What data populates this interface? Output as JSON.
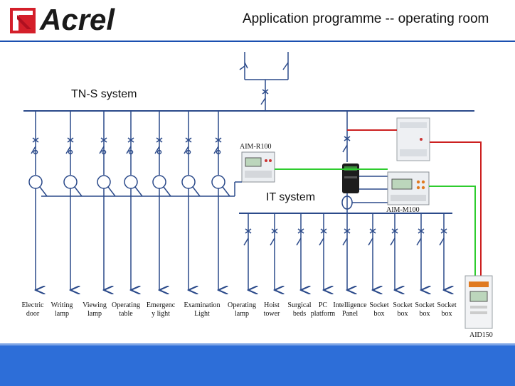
{
  "header": {
    "brand": "Acrel",
    "title": "Application programme -- operating room"
  },
  "diagram": {
    "tns_label": "TN-S system",
    "it_label": "IT system",
    "device_labels": {
      "aim_r100": "AIM-R100",
      "aim_m100": "AIM-M100",
      "aid150": "AID150"
    },
    "tns_loads": [
      {
        "line1": "Electric",
        "line2": "door"
      },
      {
        "line1": "Writing",
        "line2": "lamp"
      },
      {
        "line1": "Viewing",
        "line2": "lamp"
      },
      {
        "line1": "Operating",
        "line2": "table"
      },
      {
        "line1": "Emergenc",
        "line2": "y light"
      },
      {
        "line1": "Examination",
        "line2": "Light"
      }
    ],
    "it_loads": [
      {
        "line1": "Operating",
        "line2": "lamp"
      },
      {
        "line1": "Hoist",
        "line2": "tower"
      },
      {
        "line1": "Surgical",
        "line2": "beds"
      },
      {
        "line1": "PC",
        "line2": "platform"
      },
      {
        "line1": "Intelligence",
        "line2": "Panel"
      },
      {
        "line1": "Socket",
        "line2": "box"
      },
      {
        "line1": "Socket",
        "line2": "box"
      },
      {
        "line1": "Socket",
        "line2": "box"
      },
      {
        "line1": "Socket",
        "line2": "box"
      }
    ],
    "colors": {
      "wiring": "#2b4a8a",
      "green_link": "#2ecc2e",
      "red_link": "#cc2020",
      "footer": "#2d6ed8"
    }
  }
}
